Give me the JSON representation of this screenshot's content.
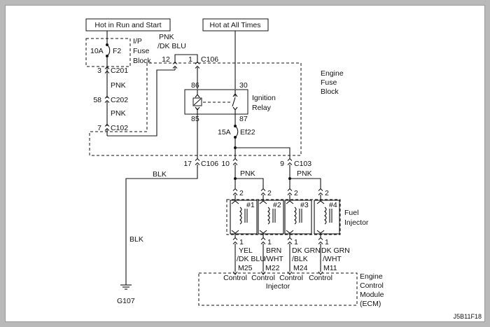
{
  "power": {
    "run_start": "Hot in Run and Start",
    "all_times": "Hot at All Times"
  },
  "ip_fuse": {
    "rating": "10A",
    "name": "F2",
    "title": [
      "I/P",
      "Fuse",
      "Block"
    ]
  },
  "engine_fuse": {
    "title": [
      "Engine",
      "Fuse",
      "Block"
    ],
    "fuse_rating": "15A",
    "fuse_name": "Ef22"
  },
  "relay": {
    "title": [
      "Ignition",
      "Relay"
    ],
    "pins": {
      "p86": "86",
      "p30": "30",
      "p85": "85",
      "p87": "87"
    }
  },
  "wires": {
    "pnk": "PNK",
    "pnk_dkblu_1": "PNK",
    "pnk_dkblu_2": "/DK BLU",
    "blk": "BLK"
  },
  "connectors": {
    "c106_top": {
      "pin_a": "12",
      "pin_b": "1",
      "name": "C106"
    },
    "c201": {
      "pin": "3",
      "name": "C201"
    },
    "c202": {
      "pin": "58",
      "name": "C202"
    },
    "c102": {
      "pin": "7",
      "name": "C102"
    },
    "c106_bot": {
      "pin": "17",
      "name": "C106"
    },
    "c103": {
      "pin_a": "10",
      "pin_b": "9",
      "name": "C103"
    }
  },
  "injectors": {
    "title": [
      "Fuel",
      "Injector"
    ],
    "items": [
      {
        "num": "#1",
        "pin_top": "2",
        "pin_bot": "1",
        "wire1": "YEL",
        "wire2": "/DK BLU",
        "term": "M25"
      },
      {
        "num": "#2",
        "pin_top": "2",
        "pin_bot": "1",
        "wire1": "BRN",
        "wire2": "/WHT",
        "term": "M22"
      },
      {
        "num": "#3",
        "pin_top": "2",
        "pin_bot": "1",
        "wire1": "DK GRN",
        "wire2": "/BLK",
        "term": "M24"
      },
      {
        "num": "#4",
        "pin_top": "2",
        "pin_bot": "1",
        "wire1": "DK GRN",
        "wire2": "/WHT",
        "term": "M11"
      }
    ]
  },
  "ecm": {
    "title": [
      "Engine",
      "Control",
      "Module",
      "(ECM)"
    ],
    "control_label": "Control",
    "injector_label": "Injector"
  },
  "ground": {
    "name": "G107"
  },
  "figure_code": "J5B11F18"
}
